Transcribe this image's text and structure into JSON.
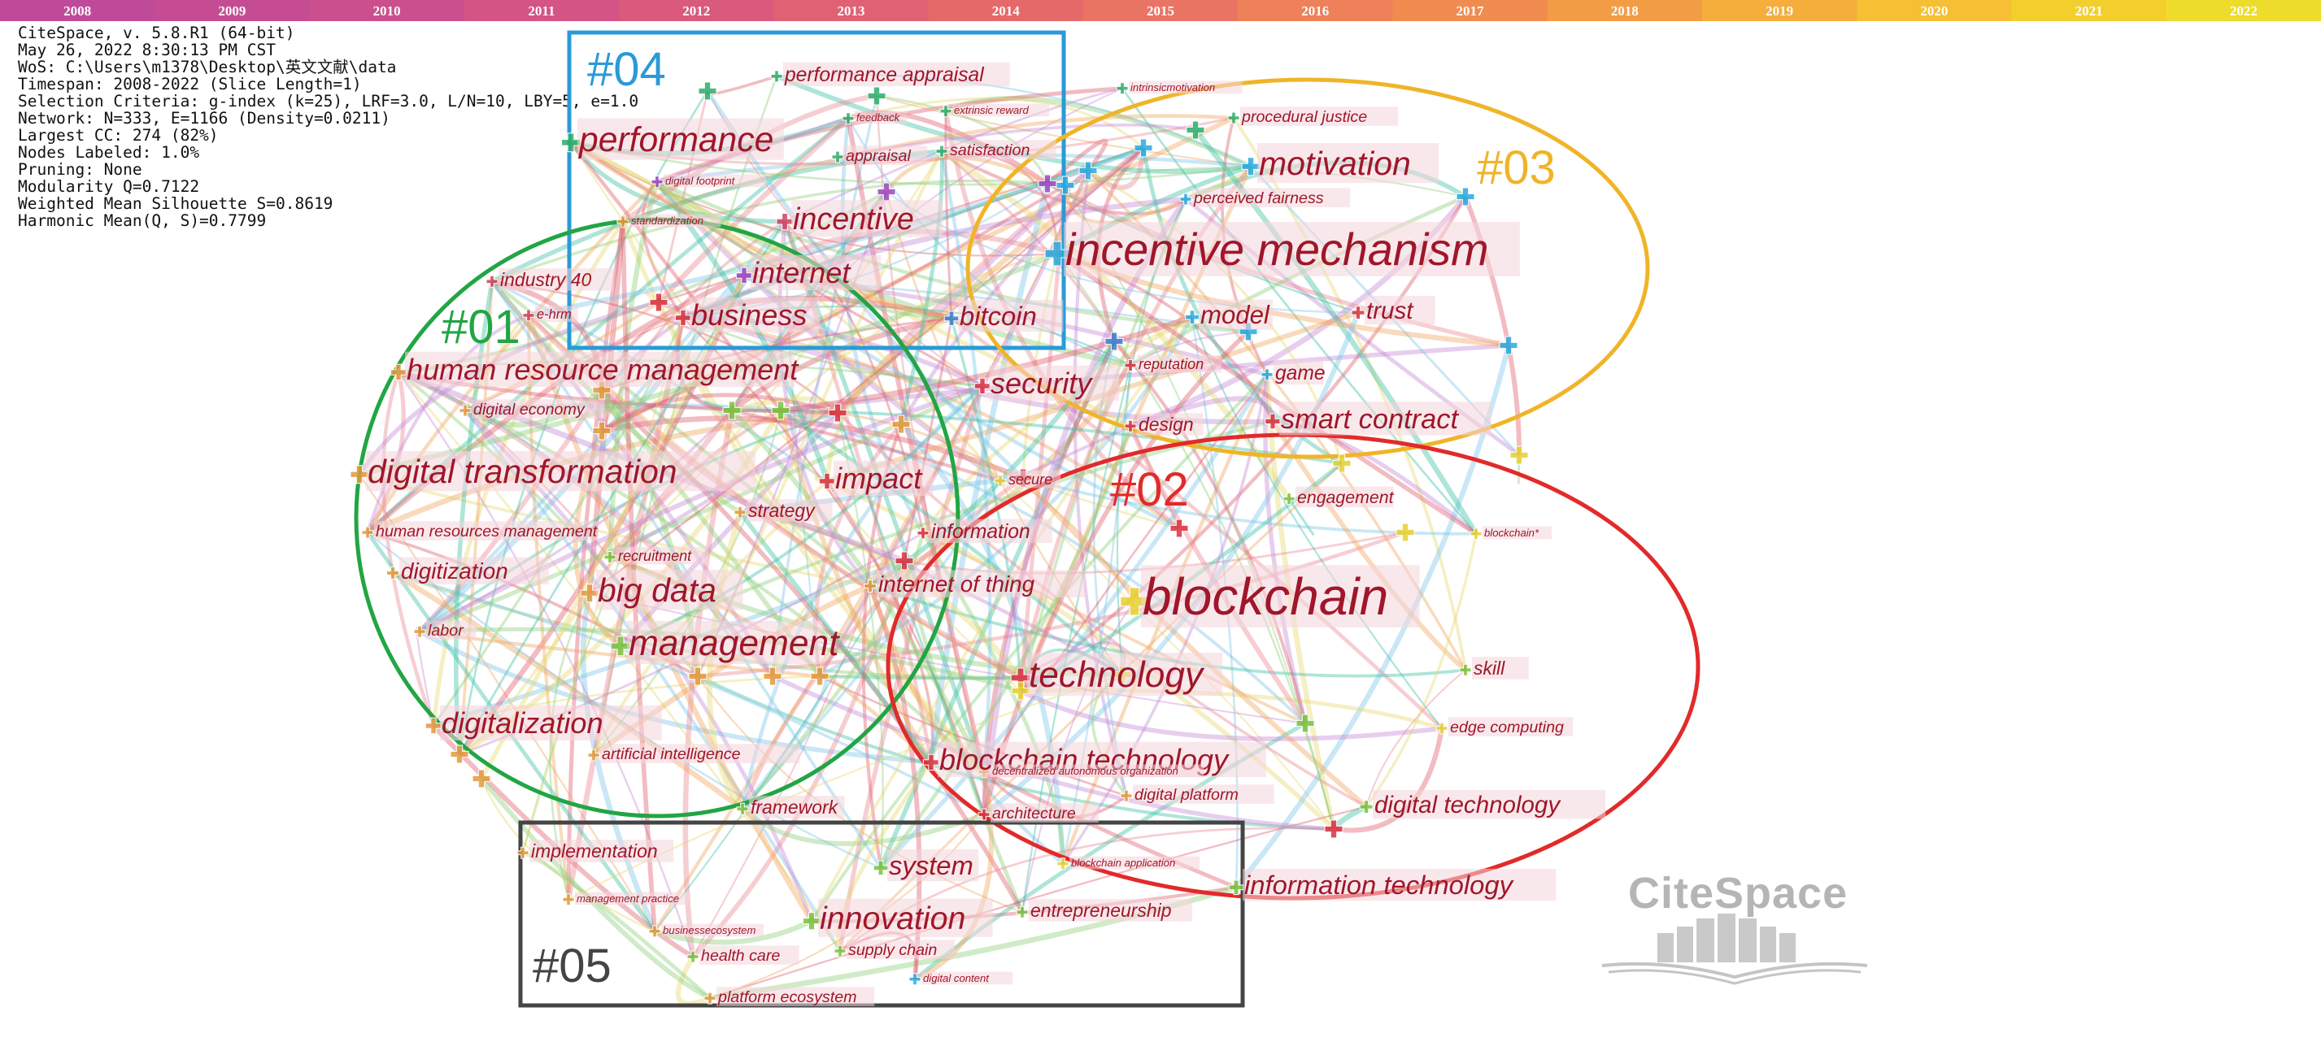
{
  "timeline": {
    "years": [
      "2008",
      "2009",
      "2010",
      "2011",
      "2012",
      "2013",
      "2014",
      "2015",
      "2016",
      "2017",
      "2018",
      "2019",
      "2020",
      "2021",
      "2022"
    ],
    "colors": [
      "#c04a9a",
      "#c54c93",
      "#cb4f8c",
      "#d35485",
      "#da5a7c",
      "#e06173",
      "#e6696a",
      "#ea7463",
      "#ee805a",
      "#f08c50",
      "#f39c46",
      "#f5ad3c",
      "#f6bf34",
      "#f3cf2e",
      "#eddc2c"
    ]
  },
  "info": {
    "lines": [
      "CiteSpace, v. 5.8.R1 (64-bit)",
      "May 26, 2022 8:30:13 PM CST",
      "WoS: C:\\Users\\m1378\\Desktop\\英文文献\\data",
      "Timespan: 2008-2022 (Slice Length=1)",
      "Selection Criteria: g-index (k=25), LRF=3.0, L/N=10, LBY=5, e=1.0",
      "Network: N=333, E=1166 (Density=0.0211)",
      "Largest CC: 274 (82%)",
      "Nodes Labeled: 1.0%",
      "Pruning: None",
      "Modularity Q=0.7122",
      "Weighted Mean Silhouette S=0.8619",
      "Harmonic Mean(Q, S)=0.7799"
    ]
  },
  "clusters": [
    {
      "id": "#04",
      "color": "#2b9ad6"
    },
    {
      "id": "#03",
      "color": "#f0b428"
    },
    {
      "id": "#01",
      "color": "#22a544"
    },
    {
      "id": "#02",
      "color": "#e22a2a"
    },
    {
      "id": "#05",
      "color": "#444444"
    }
  ],
  "keywords": [
    {
      "label": "performance appraisal",
      "size": 30,
      "color": "#2cae6a"
    },
    {
      "label": "performance",
      "size": 52,
      "color": "#2cae6a"
    },
    {
      "label": "feedback",
      "size": 16,
      "color": "#2cae6a"
    },
    {
      "label": "extrinsic reward",
      "size": 16,
      "color": "#2cae6a"
    },
    {
      "label": "appraisal",
      "size": 24,
      "color": "#2cae6a"
    },
    {
      "label": "satisfaction",
      "size": 24,
      "color": "#2cae6a"
    },
    {
      "label": "intrinsicmotivation",
      "size": 16,
      "color": "#2cae6a"
    },
    {
      "label": "procedural justice",
      "size": 24,
      "color": "#2cae6a"
    },
    {
      "label": "digital footprint",
      "size": 16,
      "color": "#9b45c4"
    },
    {
      "label": "standardization",
      "size": 16,
      "color": "#e39a3c"
    },
    {
      "label": "incentive",
      "size": 46,
      "color": "#d24060"
    },
    {
      "label": "internet",
      "size": 44,
      "color": "#9b45c4"
    },
    {
      "label": "industry 40",
      "size": 28,
      "color": "#d24060"
    },
    {
      "label": "e-hrm",
      "size": 20,
      "color": "#d24060"
    },
    {
      "label": "business",
      "size": 44,
      "color": "#d93040"
    },
    {
      "label": "bitcoin",
      "size": 40,
      "color": "#3a7fd0"
    },
    {
      "label": "motivation",
      "size": 50,
      "color": "#27a9e0"
    },
    {
      "label": "perceived fairness",
      "size": 24,
      "color": "#27a9e0"
    },
    {
      "label": "incentive mechanism",
      "size": 68,
      "color": "#27a9e0"
    },
    {
      "label": "model",
      "size": 38,
      "color": "#27a9e0"
    },
    {
      "label": "trust",
      "size": 36,
      "color": "#d93040"
    },
    {
      "label": "reputation",
      "size": 22,
      "color": "#d93040"
    },
    {
      "label": "game",
      "size": 30,
      "color": "#27a9e0"
    },
    {
      "label": "human resource management",
      "size": 44,
      "color": "#e39a3c"
    },
    {
      "label": "security",
      "size": 44,
      "color": "#d93040"
    },
    {
      "label": "digital economy",
      "size": 24,
      "color": "#e39a3c"
    },
    {
      "label": "design",
      "size": 28,
      "color": "#d93040"
    },
    {
      "label": "smart contract",
      "size": 42,
      "color": "#d93040"
    },
    {
      "label": "digital transformation",
      "size": 50,
      "color": "#e39a3c"
    },
    {
      "label": "impact",
      "size": 44,
      "color": "#d93040"
    },
    {
      "label": "secure",
      "size": 22,
      "color": "#e8d030"
    },
    {
      "label": "engagement",
      "size": 26,
      "color": "#79c13c"
    },
    {
      "label": "strategy",
      "size": 28,
      "color": "#e39a3c"
    },
    {
      "label": "information",
      "size": 30,
      "color": "#d93040"
    },
    {
      "label": "human resources management",
      "size": 24,
      "color": "#e39a3c"
    },
    {
      "label": "blockchain*",
      "size": 16,
      "color": "#e8d030"
    },
    {
      "label": "recruitment",
      "size": 22,
      "color": "#79c13c"
    },
    {
      "label": "digitization",
      "size": 34,
      "color": "#e39a3c"
    },
    {
      "label": "big data",
      "size": 50,
      "color": "#e39a3c"
    },
    {
      "label": "internet of thing",
      "size": 34,
      "color": "#e39a3c"
    },
    {
      "label": "blockchain",
      "size": 78,
      "color": "#e8d030"
    },
    {
      "label": "labor",
      "size": 24,
      "color": "#e39a3c"
    },
    {
      "label": "management",
      "size": 54,
      "color": "#79c13c"
    },
    {
      "label": "technology",
      "size": 54,
      "color": "#d93040"
    },
    {
      "label": "skill",
      "size": 28,
      "color": "#79c13c"
    },
    {
      "label": "digitalization",
      "size": 44,
      "color": "#e39a3c"
    },
    {
      "label": "edge computing",
      "size": 24,
      "color": "#e8d030"
    },
    {
      "label": "blockchain technology",
      "size": 44,
      "color": "#d93040"
    },
    {
      "label": "artificial intelligence",
      "size": 24,
      "color": "#e39a3c"
    },
    {
      "label": "decentralized autonomous organization",
      "size": 16,
      "color": "#e39a3c"
    },
    {
      "label": "digital technology",
      "size": 36,
      "color": "#79c13c"
    },
    {
      "label": "framework",
      "size": 28,
      "color": "#79c13c"
    },
    {
      "label": "architecture",
      "size": 24,
      "color": "#d93040"
    },
    {
      "label": "digital platform",
      "size": 24,
      "color": "#e39a3c"
    },
    {
      "label": "implementation",
      "size": 28,
      "color": "#e39a3c"
    },
    {
      "label": "system",
      "size": 40,
      "color": "#79c13c"
    },
    {
      "label": "blockchain application",
      "size": 16,
      "color": "#e8d030"
    },
    {
      "label": "information technology",
      "size": 40,
      "color": "#79c13c"
    },
    {
      "label": "management practice",
      "size": 16,
      "color": "#e39a3c"
    },
    {
      "label": "innovation",
      "size": 48,
      "color": "#79c13c"
    },
    {
      "label": "entrepreneurship",
      "size": 28,
      "color": "#79c13c"
    },
    {
      "label": "businessecosystem",
      "size": 16,
      "color": "#e39a3c"
    },
    {
      "label": "supply chain",
      "size": 24,
      "color": "#79c13c"
    },
    {
      "label": "health care",
      "size": 24,
      "color": "#79c13c"
    },
    {
      "label": "digital content",
      "size": 16,
      "color": "#27a9e0"
    },
    {
      "label": "platform ecosystem",
      "size": 24,
      "color": "#e39a3c"
    }
  ],
  "watermark": "CiteSpace"
}
